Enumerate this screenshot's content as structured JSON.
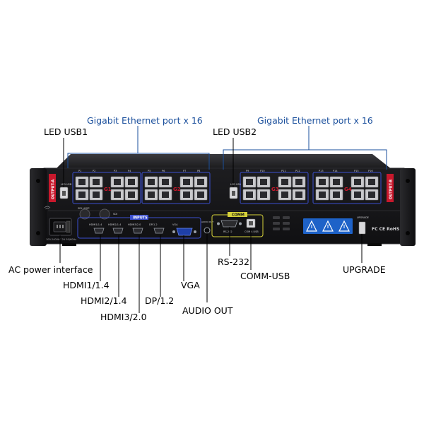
{
  "callouts": {
    "gige_left": "Gigabit Ethernet port x 16",
    "gige_right": "Gigabit Ethernet port x 16",
    "led_usb1": "LED USB1",
    "led_usb2": "LED USB2",
    "ac_power": "AC power interface",
    "hdmi1": "HDMI1/1.4",
    "hdmi2": "HDMI2/1.4",
    "hdmi3": "HDMI3/2.0",
    "dp": "DP/1.2",
    "vga": "VGA",
    "audio_out": "AUDIO OUT",
    "rs232": "RS-232",
    "comm_usb": "COMM-USB",
    "upgrade": "UPGRADE"
  },
  "panel": {
    "output_a": "OUTPUT-A",
    "output_b": "OUTPUT-B",
    "groups": [
      "G1",
      "G2",
      "G3",
      "G4"
    ],
    "ports_top": [
      "P1",
      "P2",
      "P3",
      "P4",
      "P5",
      "P6",
      "P7",
      "P8",
      "P9",
      "P10",
      "P11",
      "P12",
      "P13",
      "P14",
      "P15",
      "P16"
    ],
    "inputs_title": "INPUTS",
    "input_labels": [
      "HDMI1/1.4",
      "HDMI2/1.4",
      "HDMI3/2.0",
      "DP/1.2",
      "VGA"
    ],
    "sdi_loop": "SDI LOOP",
    "sdi": "SDI",
    "audio_label": "AUDIO OUT",
    "comm_title": "COMM",
    "rs232_label": "RS-232",
    "comm_usb_label": "COMM-USB",
    "upgrade_label": "UPGRADE",
    "certs": "FC CE RoHS",
    "power_spec": "100-240VAC 2A 50/60Hz",
    "led_usb_small": "LED USB"
  },
  "colors": {
    "chassis": "#1c1c1e",
    "panel": "#111113",
    "port_group_border": "#3b4fd0",
    "label_red": "#c8182c",
    "label_blue_text": "#1a4f9c",
    "comm_border": "#d6d23a",
    "warning_panel": "#1e62c8",
    "leader_line": "#1a4f9c"
  }
}
